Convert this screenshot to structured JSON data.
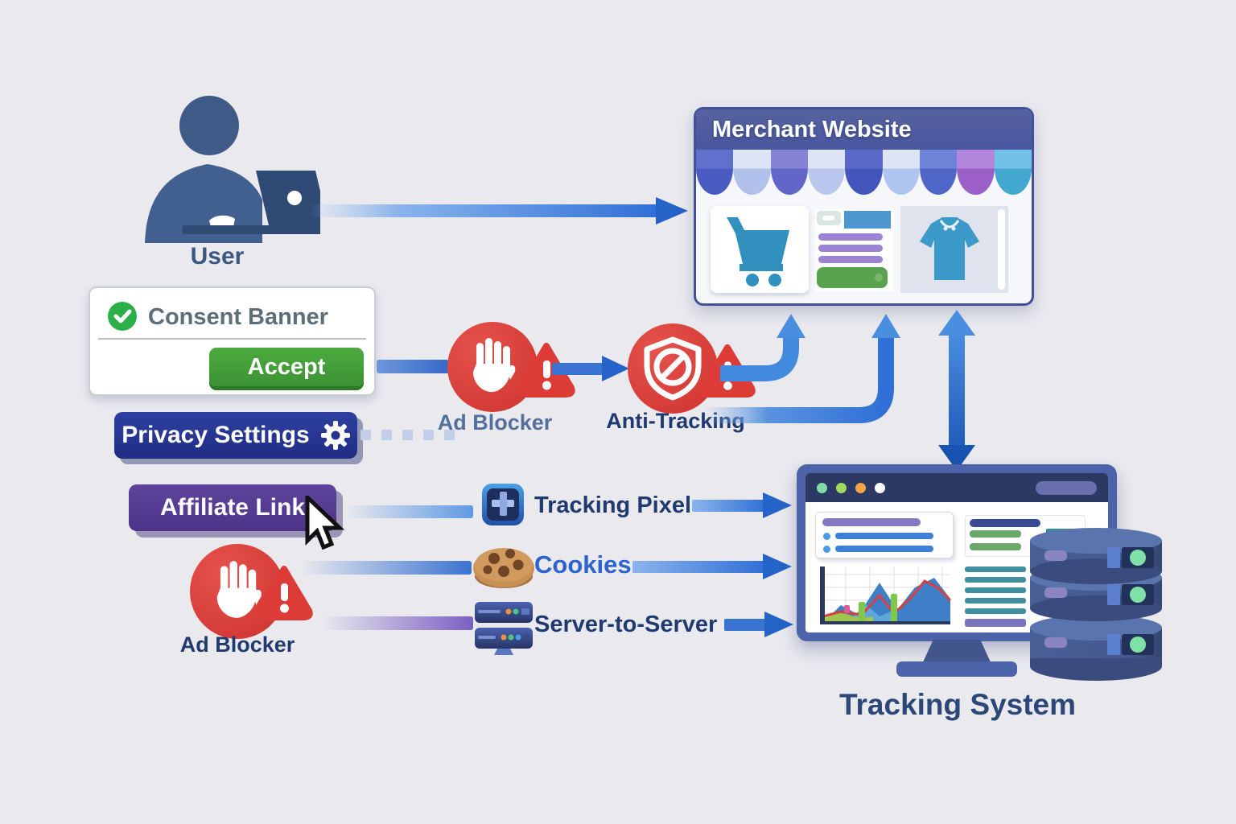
{
  "background_color": "#e9e9ee",
  "accent_colors": {
    "arrow_blue": "#2f6fd6",
    "alert_red": "#d53732",
    "consent_green": "#3fa034",
    "affiliate_purple": "#54398f",
    "privacy_navy": "#25328c",
    "label_navy": "#1e3a70"
  },
  "user": {
    "label": "User"
  },
  "merchant_website": {
    "title": "Merchant Website",
    "awning_colors": [
      [
        "#6170cc",
        "#4a5bc2"
      ],
      [
        "#dde4f6",
        "#b2c1ec"
      ],
      [
        "#8583d6",
        "#6166c8"
      ],
      [
        "#dde4f6",
        "#b9c7ee"
      ],
      [
        "#5b6ac9",
        "#4456bd"
      ],
      [
        "#dde4f6",
        "#b0c4f0"
      ],
      [
        "#6e84d8",
        "#4f68c8"
      ],
      [
        "#b286dc",
        "#9a60c8"
      ],
      [
        "#72c2e8",
        "#42a8d0"
      ]
    ]
  },
  "consent_banner": {
    "title": "Consent Banner",
    "accept_label": "Accept"
  },
  "privacy_settings": {
    "label": "Privacy Settings"
  },
  "blockers": {
    "ad_blocker_label": "Ad Blocker",
    "anti_tracking_label": "Anti-Tracking"
  },
  "affiliate_link": {
    "label": "Affiliate Link"
  },
  "tracking_methods": [
    {
      "label": "Tracking Pixel",
      "icon": "tracking-pixel-icon"
    },
    {
      "label": "Cookies",
      "icon": "cookie-icon"
    },
    {
      "label": "Server-to-Server",
      "icon": "server-stack-icon"
    }
  ],
  "ad_blocker_bottom": {
    "label": "Ad Blocker"
  },
  "tracking_system": {
    "label": "Tracking System"
  },
  "monitor_traffic_light_colors": [
    "#82dca6",
    "#a2d95e",
    "#f2a447",
    "#ffffff"
  ]
}
